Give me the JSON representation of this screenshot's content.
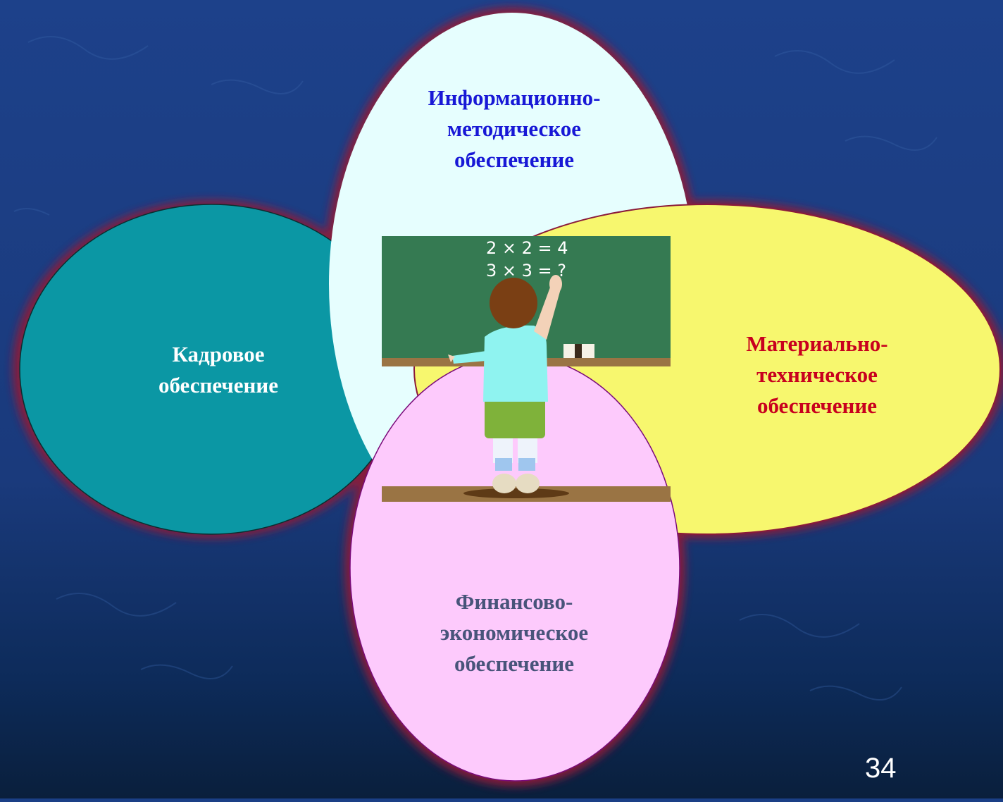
{
  "slide": {
    "page_number": "34"
  },
  "colors": {
    "background": "#1b3e85",
    "kadrovoe_fill": "#0b97a4",
    "informatsionno_fill": "#e6fefe",
    "materialno_fill": "#f7f76e",
    "finansovo_fill": "#fdcafc",
    "glow": "#8a1a3a",
    "blue_text": "#1818d6",
    "white_text": "#ffffff",
    "red_text": "#c8001e",
    "slate_text": "#48547a"
  },
  "areas": {
    "informatsionno": {
      "lines": [
        "Информационно-",
        "методическое",
        "обеспечение"
      ]
    },
    "kadrovoe": {
      "lines": [
        "Кадровое",
        "обеспечение"
      ]
    },
    "materialno": {
      "lines": [
        "Материально-",
        "техническое",
        "обеспечение"
      ]
    },
    "finansovo": {
      "lines": [
        "Финансово-",
        "экономическое",
        "обеспечение"
      ]
    }
  },
  "chalkboard": {
    "line1": "2 × 2 = 4",
    "line2": "3 × 3 = ?"
  }
}
